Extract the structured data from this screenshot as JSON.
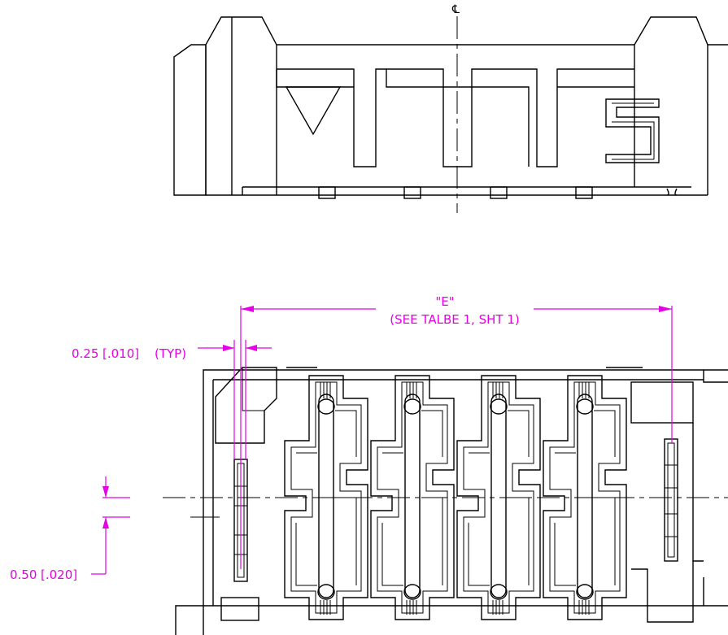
{
  "top_view": {
    "centerline_symbol": "℄"
  },
  "dimensions": {
    "pitch": {
      "label": "\"E\"",
      "note": "(SEE TALBE 1, SHT 1)"
    },
    "wall": {
      "value": "0.25",
      "bracket": "[.010]",
      "suffix": "(TYP)"
    },
    "offset": {
      "value": "0.50",
      "bracket": "[.020]"
    }
  },
  "colors": {
    "outline": "#000000",
    "dimension": "#e600e6"
  }
}
